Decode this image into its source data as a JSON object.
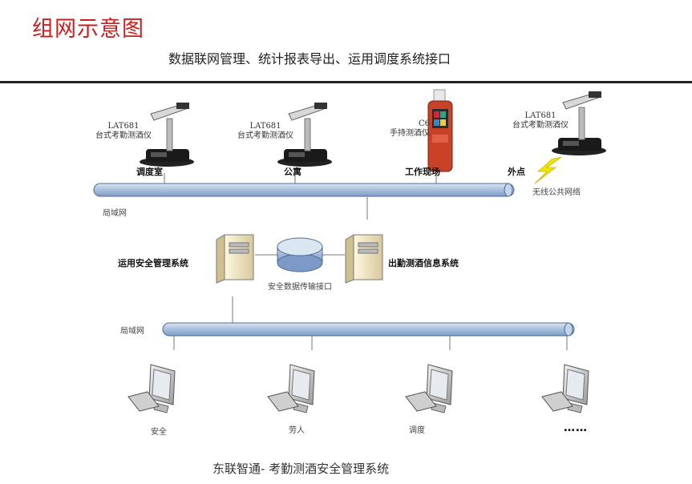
{
  "header": {
    "title": "组网示意图",
    "subtitle": "数据联网管理、统计报表导出、运用调度系统接口"
  },
  "devices": [
    {
      "model": "LAT681",
      "name": "台式考勤测酒仪",
      "location": "调度室"
    },
    {
      "model": "LAT681",
      "name": "台式考勤测酒仪",
      "location": "公寓"
    },
    {
      "model": "C6",
      "name": "手持测酒仪",
      "location": "工作现场"
    },
    {
      "model": "LAT681",
      "name": "台式考勤测酒仪",
      "location": "外点"
    }
  ],
  "networks": {
    "top_lan": "局域网",
    "wireless": "无线公共网络",
    "bottom_lan": "局域网"
  },
  "servers": {
    "left": "运用安全管理系统",
    "right": "出勤测酒信息系统",
    "interface": "安全数据传输接口"
  },
  "clients": [
    "安全",
    "劳人",
    "调度",
    "……"
  ],
  "footer": "东联智通- 考勤测酒安全管理系统",
  "colors": {
    "title": "#c8201f",
    "pipe": "#a9bfdc",
    "pipe_dark": "#5a7aa8",
    "lightning": "#f2e200"
  }
}
